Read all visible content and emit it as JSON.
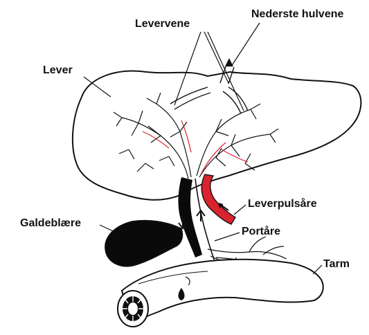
{
  "labels": {
    "nederste_hulvene": "Nederste hulvene",
    "levervene": "Levervene",
    "lever": "Lever",
    "leverpulsare": "Leverpulsåre",
    "galdeblaere": "Galdeblære",
    "portare": "Portåre",
    "tarm": "Tarm"
  },
  "colors": {
    "outline": "#111111",
    "artery": "#d9232e",
    "bile": "#0a0a0a",
    "background": "#ffffff"
  }
}
